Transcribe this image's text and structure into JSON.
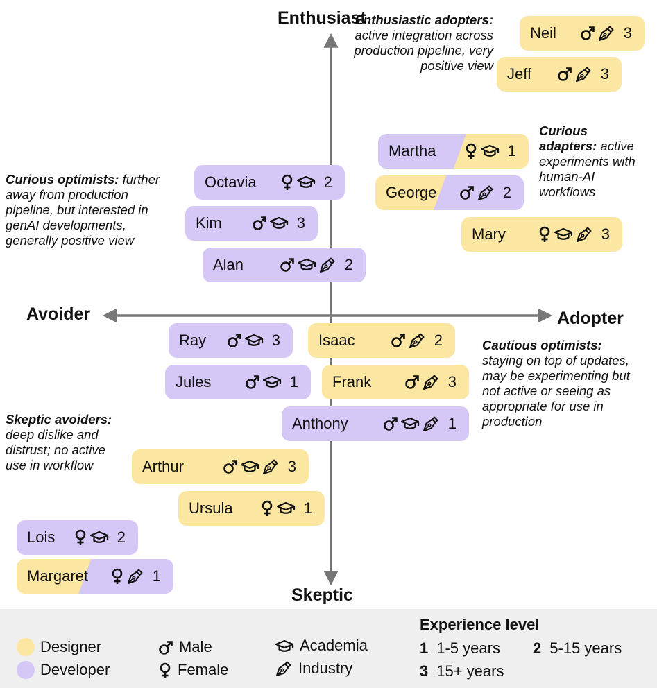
{
  "colors": {
    "designer": "#fbe6a2",
    "developer": "#d5c7f6",
    "axis": "#777777"
  },
  "axes": {
    "top": "Enthusiast",
    "bottom": "Skeptic",
    "left": "Avoider",
    "right": "Adopter"
  },
  "notes": {
    "enthusiastic_adopters": {
      "title": "Enthusiastic adopters:",
      "body": "active integration across production pipeline, very positive view"
    },
    "curious_adapters": {
      "title": "Curious adapters:",
      "body": "active experiments with human-AI workflows"
    },
    "curious_optimists": {
      "title": "Curious optimists:",
      "body": "further away from production pipeline, but interested in genAI developments, generally positive view"
    },
    "cautious_optimists": {
      "title": "Cautious optimists:",
      "body": "staying on top of updates, may be experimenting but not active or seeing as appropriate for use in production"
    },
    "skeptic_avoiders": {
      "title": "Skeptic avoiders:",
      "body": "deep dislike and distrust; no active use in workflow"
    }
  },
  "participants": [
    {
      "name": "Neil",
      "role": "designer",
      "gender": "male",
      "icons": [
        "pen-nib-icon"
      ],
      "level": "3"
    },
    {
      "name": "Jeff",
      "role": "designer",
      "gender": "male",
      "icons": [
        "pen-nib-icon"
      ],
      "level": "3"
    },
    {
      "name": "Martha",
      "role": "mixed-dev-des",
      "gender": "female",
      "icons": [
        "graduation-cap-icon"
      ],
      "level": "1"
    },
    {
      "name": "George",
      "role": "mixed-des-dev",
      "gender": "male",
      "icons": [
        "pen-nib-icon"
      ],
      "level": "2"
    },
    {
      "name": "Mary",
      "role": "designer",
      "gender": "female",
      "icons": [
        "graduation-cap-icon",
        "pen-nib-icon"
      ],
      "level": "3"
    },
    {
      "name": "Octavia",
      "role": "developer",
      "gender": "female",
      "icons": [
        "graduation-cap-icon"
      ],
      "level": "2"
    },
    {
      "name": "Kim",
      "role": "developer",
      "gender": "male",
      "icons": [
        "graduation-cap-icon"
      ],
      "level": "3"
    },
    {
      "name": "Alan",
      "role": "developer",
      "gender": "male",
      "icons": [
        "graduation-cap-icon",
        "pen-nib-icon"
      ],
      "level": "2"
    },
    {
      "name": "Ray",
      "role": "developer",
      "gender": "male",
      "icons": [
        "graduation-cap-icon"
      ],
      "level": "3"
    },
    {
      "name": "Isaac",
      "role": "designer",
      "gender": "male",
      "icons": [
        "pen-nib-icon"
      ],
      "level": "2"
    },
    {
      "name": "Jules",
      "role": "developer",
      "gender": "male",
      "icons": [
        "graduation-cap-icon"
      ],
      "level": "1"
    },
    {
      "name": "Frank",
      "role": "designer",
      "gender": "male",
      "icons": [
        "pen-nib-icon"
      ],
      "level": "3"
    },
    {
      "name": "Anthony",
      "role": "developer",
      "gender": "male",
      "icons": [
        "graduation-cap-icon",
        "pen-nib-icon"
      ],
      "level": "1"
    },
    {
      "name": "Arthur",
      "role": "designer",
      "gender": "male",
      "icons": [
        "graduation-cap-icon",
        "pen-nib-icon"
      ],
      "level": "3"
    },
    {
      "name": "Ursula",
      "role": "designer",
      "gender": "female",
      "icons": [
        "graduation-cap-icon"
      ],
      "level": "1"
    },
    {
      "name": "Lois",
      "role": "developer",
      "gender": "female",
      "icons": [
        "graduation-cap-icon"
      ],
      "level": "2"
    },
    {
      "name": "Margaret",
      "role": "mixed-des-dev",
      "gender": "female",
      "icons": [
        "pen-nib-icon"
      ],
      "level": "1"
    }
  ],
  "legend": {
    "designer": "Designer",
    "developer": "Developer",
    "male": "Male",
    "female": "Female",
    "academia": "Academia",
    "industry": "Industry",
    "experience_title": "Experience level",
    "levels": [
      {
        "num": "1",
        "label": "1-5 years"
      },
      {
        "num": "2",
        "label": "5-15 years"
      },
      {
        "num": "3",
        "label": "15+ years"
      }
    ]
  }
}
